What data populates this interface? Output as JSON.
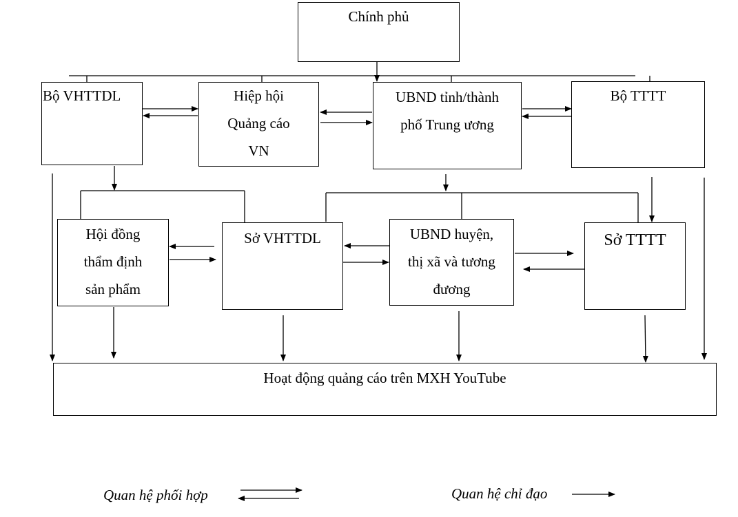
{
  "nodes": {
    "chinh_phu": "Chính phủ",
    "bo_vhttdl": "Bộ VHTTDL",
    "hiep_hoi": "Hiệp hội\nQuảng cáo\nVN",
    "ubnd_tinh": "UBND tỉnh/thành\nphố Trung ương",
    "bo_tttt": "Bộ TTTT",
    "hoi_dong": "Hội đồng\nthẩm định\nsản phẩm",
    "so_vhttdl": "Sở VHTTDL",
    "ubnd_huyen": "UBND huyện,\nthị xã và tương\nđương",
    "so_tttt": "Sở TTTT",
    "hoat_dong": "Hoạt động quảng cáo trên MXH YouTube"
  },
  "legend": {
    "phoi_hop": "Quan hệ phối hợp",
    "chi_dao": "Quan hệ chỉ đạo"
  }
}
